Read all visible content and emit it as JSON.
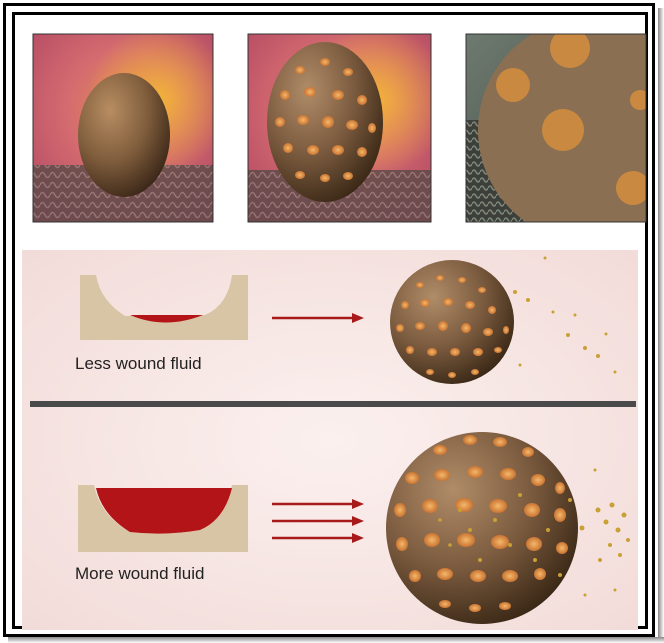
{
  "panels": {
    "less": {
      "label": "Less wound fluid",
      "arrow_count": 1
    },
    "more": {
      "label": "More wound fluid",
      "arrow_count": 3
    }
  },
  "colors": {
    "wound_bed": "#d8c5a5",
    "fluid": "#b31418",
    "arrow": "#a81a1a",
    "sphere": "#8c6a4a",
    "divider": "#4a4a4a",
    "panel_bg": "#f6e6e3"
  }
}
